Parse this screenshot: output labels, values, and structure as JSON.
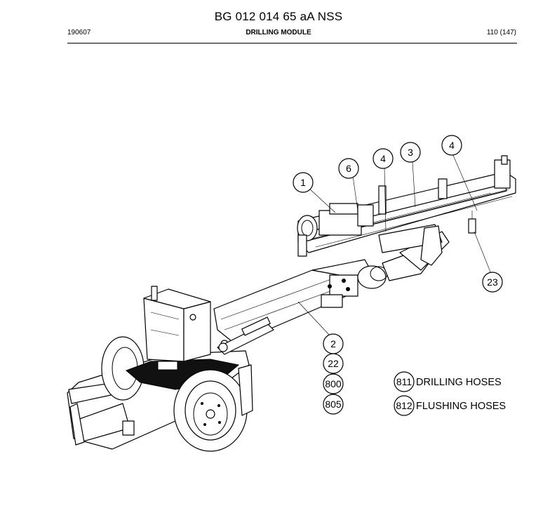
{
  "header": {
    "title": "BG 012 014 65 aA NSS",
    "code": "190607",
    "section": "DRILLING MODULE",
    "page": "110 (147)"
  },
  "callouts": [
    {
      "id": "c1",
      "label": "1"
    },
    {
      "id": "c6",
      "label": "6"
    },
    {
      "id": "c4a",
      "label": "4"
    },
    {
      "id": "c3",
      "label": "3"
    },
    {
      "id": "c4b",
      "label": "4"
    },
    {
      "id": "c23",
      "label": "23"
    },
    {
      "id": "c2",
      "label": "2"
    },
    {
      "id": "c22",
      "label": "22"
    },
    {
      "id": "c800",
      "label": "800"
    },
    {
      "id": "c805",
      "label": "805"
    }
  ],
  "legend": [
    {
      "number": "811",
      "text": "DRILLING HOSES"
    },
    {
      "number": "812",
      "text": "FLUSHING HOSES"
    }
  ]
}
